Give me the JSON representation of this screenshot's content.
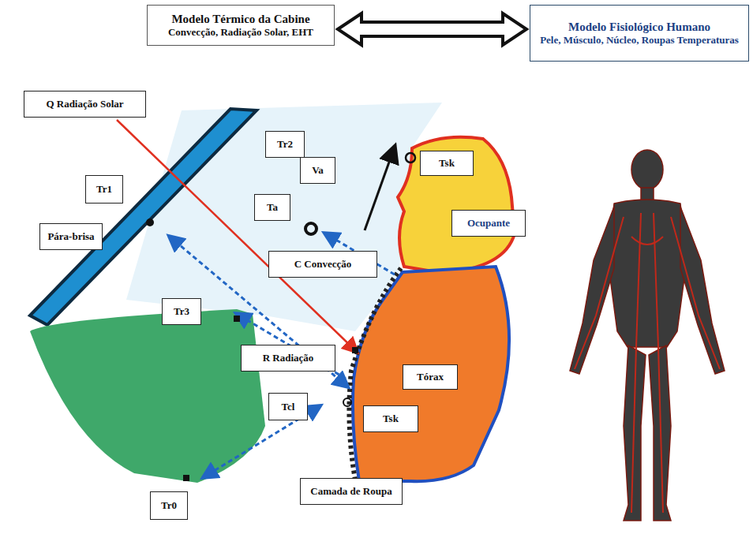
{
  "diagram": {
    "nodes": [
      {
        "text": [
          "Modelo Térmico da Cabine",
          "Convecção, Radiação Solar, EHT"
        ]
      },
      {
        "text": [
          "Modelo Fisiológico Humano",
          "Pele, Músculo, Núcleo, Roupas Temperaturas"
        ]
      },
      {
        "text": [
          "Q Radiação Solar"
        ]
      },
      {
        "text": [
          "Tr2"
        ]
      },
      {
        "text": [
          "Tsk"
        ]
      },
      {
        "text": [
          "Tr1"
        ]
      },
      {
        "text": [
          "Va"
        ]
      },
      {
        "text": [
          "Ta"
        ]
      },
      {
        "text": [
          "Ocupante"
        ]
      },
      {
        "text": [
          "Pára-brisa"
        ]
      },
      {
        "text": [
          "C Convecção"
        ]
      },
      {
        "text": [
          "Tr3"
        ]
      },
      {
        "text": [
          "R Radiação"
        ]
      },
      {
        "text": [
          "Tórax"
        ]
      },
      {
        "text": [
          "Tcl"
        ]
      },
      {
        "text": [
          "Tsk"
        ]
      },
      {
        "text": [
          "Camada de Roupa"
        ]
      },
      {
        "text": [
          "Tr0"
        ]
      }
    ],
    "edges": [
      {
        "from": 0,
        "to": 1,
        "arrow": "both"
      }
    ]
  }
}
